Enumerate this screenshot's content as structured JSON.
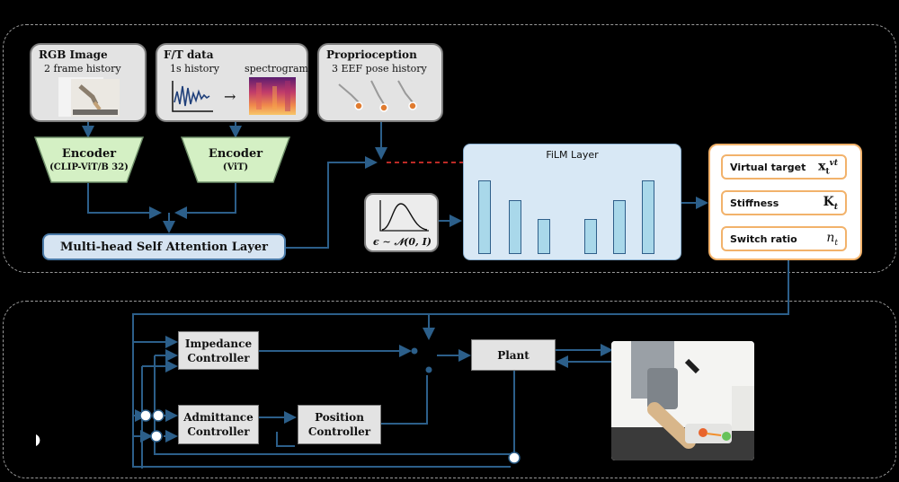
{
  "inputs": {
    "rgb": {
      "title": "RGB Image",
      "sub": "2 frame history"
    },
    "ft": {
      "title": "F/T data",
      "sub_left": "1s history",
      "sub_right": "spectrogram"
    },
    "proprio": {
      "title": "Proprioception",
      "sub": "3 EEF pose history"
    }
  },
  "encoders": {
    "clip": {
      "name": "Encoder",
      "model": "(CLIP-ViT/B 32)"
    },
    "vit": {
      "name": "Encoder",
      "model": "(ViT)"
    }
  },
  "attention": {
    "label": "Multi-head Self Attention Layer"
  },
  "noise": {
    "label": "ϵ ∼ 𝒩(0, I)"
  },
  "film": {
    "label": "FiLM Layer"
  },
  "outputs": [
    {
      "label": "Virtual target",
      "symbol": "x_t^vt"
    },
    {
      "label": "Stiffness",
      "symbol": "K_t"
    },
    {
      "label": "Switch ratio",
      "symbol": "n_t"
    }
  ],
  "controllers": {
    "impedance": {
      "line1": "Impedance",
      "line2": "Controller"
    },
    "admittance": {
      "line1": "Admittance",
      "line2": "Controller"
    },
    "position": {
      "line1": "Position",
      "line2": "Controller"
    },
    "plant": {
      "label": "Plant"
    }
  },
  "colors": {
    "arrow": "#2c5f8a",
    "film_dashed": "#d6312b",
    "output_border": "#f2b26b",
    "film_bar": "#a9d8ea"
  }
}
